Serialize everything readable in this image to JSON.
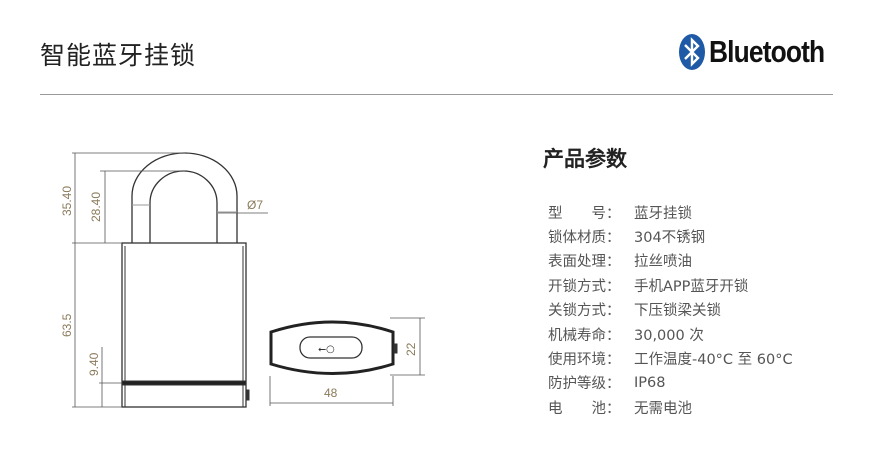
{
  "header": {
    "title": "智能蓝牙挂锁",
    "logo_text": "Bluetooth"
  },
  "drawing": {
    "dim_total_height": "35.40",
    "dim_shackle_inner": "28.40",
    "dim_shackle_dia": "Ø7",
    "dim_body_height": "63.5",
    "dim_band": "9.40",
    "dim_depth": "22",
    "dim_width": "48"
  },
  "specs": {
    "title": "产品参数",
    "rows": [
      {
        "label": "型　　号：",
        "value": "蓝牙挂锁"
      },
      {
        "label": "锁体材质：",
        "value": "304不锈钢"
      },
      {
        "label": "表面处理：",
        "value": "拉丝喷油"
      },
      {
        "label": "开锁方式：",
        "value": "手机APP蓝牙开锁"
      },
      {
        "label": "关锁方式：",
        "value": "下压锁梁关锁"
      },
      {
        "label": "机械寿命：",
        "value": "30,000 次"
      },
      {
        "label": "使用环境：",
        "value": "工作温度-40°C 至 60°C"
      },
      {
        "label": "防护等级：",
        "value": "IP68"
      },
      {
        "label": "电　　池：",
        "value": "无需电池"
      }
    ]
  },
  "colors": {
    "dim_text": "#8a7a5a",
    "logo_blue": "#1f5aa6"
  }
}
